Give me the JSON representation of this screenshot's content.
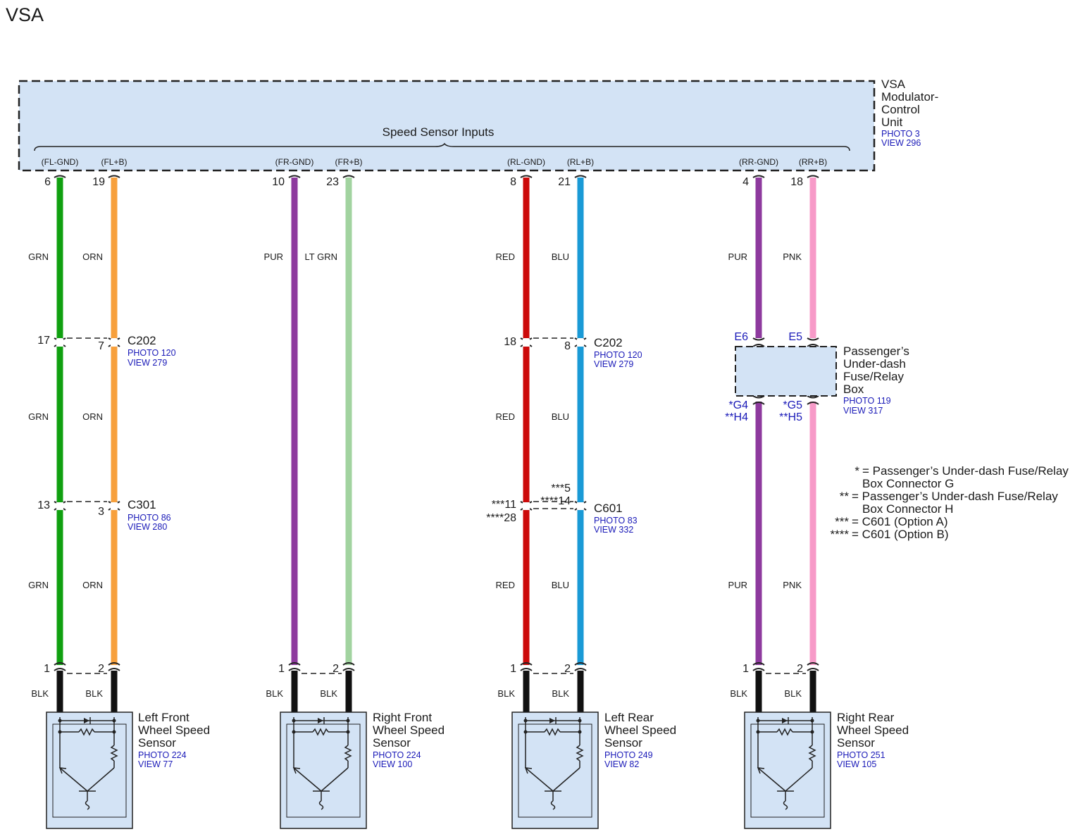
{
  "title": "VSA",
  "module": {
    "name_lines": [
      "VSA",
      "Modulator-",
      "Control",
      "Unit"
    ],
    "photo": "PHOTO 3",
    "view": "VIEW 296",
    "group_label": "Speed Sensor Inputs"
  },
  "wires": [
    {
      "signal": "(FL-GND)",
      "pin": "6",
      "colors": [
        "GRN",
        "GRN",
        "GRN"
      ],
      "hex": "#10a010",
      "sensor_pin": "1"
    },
    {
      "signal": "(FL+B)",
      "pin": "19",
      "colors": [
        "ORN",
        "ORN",
        "ORN"
      ],
      "hex": "#f7a03c",
      "sensor_pin": "2"
    },
    {
      "signal": "(FR-GND)",
      "pin": "10",
      "colors": [
        "PUR"
      ],
      "hex": "#8e3a9e",
      "sensor_pin": "1"
    },
    {
      "signal": "(FR+B)",
      "pin": "23",
      "colors": [
        "LT GRN"
      ],
      "hex": "#a2d3a0",
      "sensor_pin": "2"
    },
    {
      "signal": "(RL-GND)",
      "pin": "8",
      "colors": [
        "RED",
        "RED",
        "RED"
      ],
      "hex": "#cc0a0a",
      "sensor_pin": "1"
    },
    {
      "signal": "(RL+B)",
      "pin": "21",
      "colors": [
        "BLU",
        "BLU",
        "BLU"
      ],
      "hex": "#1a9ad6",
      "sensor_pin": "2"
    },
    {
      "signal": "(RR-GND)",
      "pin": "4",
      "colors": [
        "PUR",
        "PUR"
      ],
      "hex": "#8e3a9e",
      "sensor_pin": "1"
    },
    {
      "signal": "(RR+B)",
      "pin": "18",
      "colors": [
        "PNK",
        "PNK"
      ],
      "hex": "#f79ac8",
      "sensor_pin": "2"
    }
  ],
  "connectors": [
    {
      "name": "C202",
      "photo": "PHOTO 120",
      "view": "VIEW 279",
      "left_pin": "17",
      "right_pin": "7"
    },
    {
      "name": "C301",
      "photo": "PHOTO 86",
      "view": "VIEW 280",
      "left_pin": "13",
      "right_pin": "3"
    },
    {
      "name": "C202",
      "photo": "PHOTO 120",
      "view": "VIEW 279",
      "left_pin": "18",
      "right_pin": "8"
    },
    {
      "name": "C601",
      "photo": "PHOTO 83",
      "view": "VIEW 332",
      "left_pin_a": "***11",
      "left_pin_b": "****28",
      "right_pin_a": "***5",
      "right_pin_b": "****14"
    }
  ],
  "fuse_box": {
    "name_lines": [
      "Passenger’s",
      "Under-dash",
      "Fuse/Relay",
      "Box"
    ],
    "photo": "PHOTO 119",
    "view": "VIEW 317",
    "top_pins": [
      "E6",
      "E5"
    ],
    "bottom_pins": [
      [
        "*G4",
        "**H4"
      ],
      [
        "*G5",
        "**H5"
      ]
    ]
  },
  "sensor_wire_color": "BLK",
  "sensors": [
    {
      "name_lines": [
        "Left Front",
        "Wheel Speed",
        "Sensor"
      ],
      "photo": "PHOTO 224",
      "view": "VIEW 77"
    },
    {
      "name_lines": [
        "Right Front",
        "Wheel Speed",
        "Sensor"
      ],
      "photo": "PHOTO 224",
      "view": "VIEW 100"
    },
    {
      "name_lines": [
        "Left Rear",
        "Wheel Speed",
        "Sensor"
      ],
      "photo": "PHOTO 249",
      "view": "VIEW 82"
    },
    {
      "name_lines": [
        "Right Rear",
        "Wheel Speed",
        "Sensor"
      ],
      "photo": "PHOTO 251",
      "view": "VIEW 105"
    }
  ],
  "notes": [
    {
      "mark": "*",
      "lines": [
        "= Passenger’s Under-dash Fuse/Relay",
        "Box Connector G"
      ]
    },
    {
      "mark": "**",
      "lines": [
        "= Passenger’s Under-dash Fuse/Relay",
        "Box Connector H"
      ]
    },
    {
      "mark": "***",
      "lines": [
        "= C601 (Option A)"
      ]
    },
    {
      "mark": "****",
      "lines": [
        "= C601 (Option B)"
      ]
    }
  ],
  "colors": {
    "module_fill": "#d3e3f5",
    "link_blue": "#1a1ab8",
    "black_wire": "#111111"
  }
}
